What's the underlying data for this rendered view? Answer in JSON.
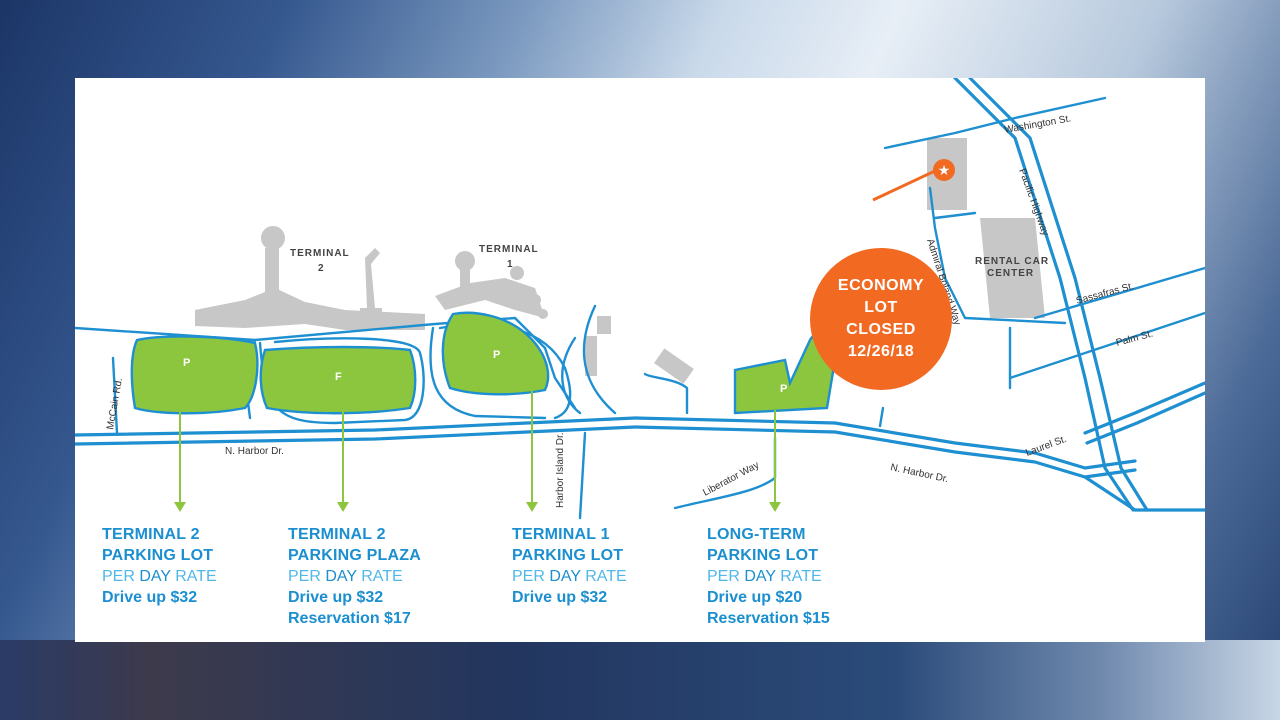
{
  "notice": {
    "lines": [
      "ECONOMY",
      "LOT",
      "CLOSED",
      "12/26/18"
    ],
    "color": "#f26a22"
  },
  "map_labels": {
    "terminal2": [
      "TERMINAL",
      "2"
    ],
    "terminal1": [
      "TERMINAL",
      "1"
    ],
    "rental": [
      "RENTAL CAR",
      "CENTER"
    ],
    "lot_marker": "P",
    "plaza_marker": "F",
    "streets": {
      "harbor_left": "N. Harbor Dr.",
      "harbor_right": "N. Harbor Dr.",
      "mccain": "McCain Rd.",
      "harbor_island": "Harbor Island Dr.",
      "liberator": "Liberator Way",
      "boland": "Admiral Boland Way",
      "washington": "Washington St.",
      "pacific": "Pacific Highway",
      "sassafras": "Sassafras St.",
      "palm": "Palm St.",
      "laurel": "Laurel St."
    }
  },
  "lots": [
    {
      "name": [
        "TERMINAL 2",
        "PARKING LOT"
      ],
      "rate_a": "PER ",
      "rate_day": "DAY",
      "rate_b": " RATE",
      "prices": [
        "Drive up $32"
      ]
    },
    {
      "name": [
        "TERMINAL 2",
        "PARKING PLAZA"
      ],
      "rate_a": "PER ",
      "rate_day": "DAY",
      "rate_b": " RATE",
      "prices": [
        "Drive up $32",
        "Reservation $17"
      ]
    },
    {
      "name": [
        "TERMINAL 1",
        "PARKING LOT"
      ],
      "rate_a": "PER ",
      "rate_day": "DAY",
      "rate_b": " RATE",
      "prices": [
        "Drive up $32"
      ]
    },
    {
      "name": [
        "LONG-TERM",
        "PARKING LOT"
      ],
      "rate_a": "PER ",
      "rate_day": "DAY",
      "rate_b": " RATE",
      "prices": [
        "Drive up $20",
        "Reservation $15"
      ]
    }
  ],
  "colors": {
    "road": "#1e8fd0",
    "lot": "#8cc63f",
    "building": "#c7c7c7",
    "text_blue": "#1b8fcf",
    "text_light_blue": "#4fb8e8"
  }
}
